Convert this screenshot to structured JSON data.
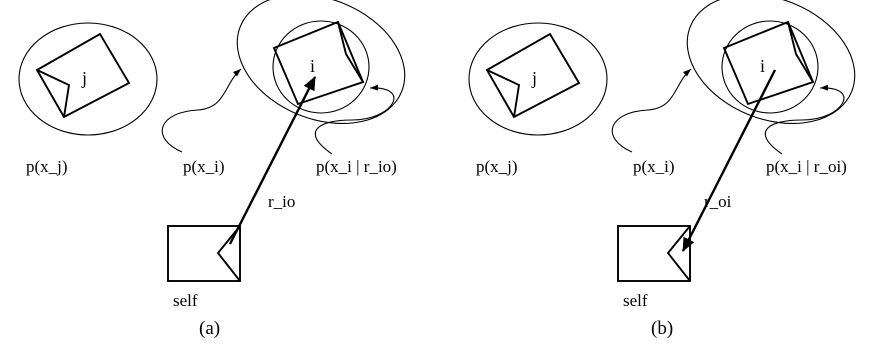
{
  "panels": [
    {
      "caption": "(a)",
      "object_j_label": "j",
      "object_i_label": "i",
      "prob_j_label": "p(x_j)",
      "prob_i_label": "p(x_i)",
      "cond_label": "p(x_i | r_io)",
      "relation_label": "r_io",
      "self_label": "self",
      "arrow_direction": "self-to-object"
    },
    {
      "caption": "(b)",
      "object_j_label": "j",
      "object_i_label": "i",
      "prob_j_label": "p(x_j)",
      "prob_i_label": "p(x_i)",
      "cond_label": "p(x_i | r_oi)",
      "relation_label": "r_oi",
      "self_label": "self",
      "arrow_direction": "object-to-self"
    }
  ],
  "colors": {
    "ink": "#000000",
    "background": "#ffffff"
  }
}
